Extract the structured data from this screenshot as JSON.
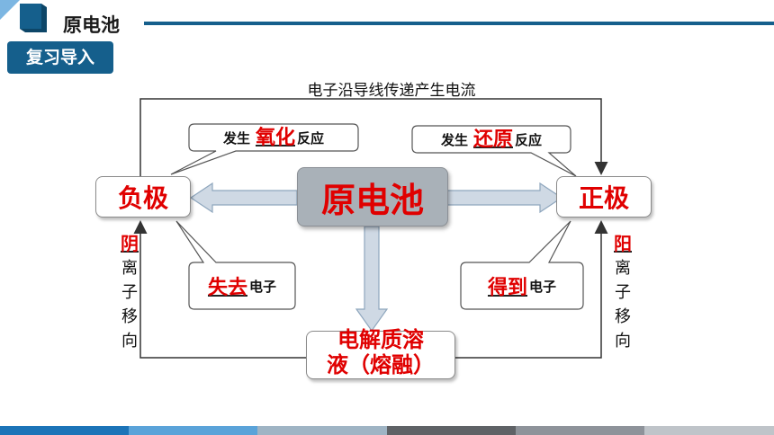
{
  "header": {
    "title": "原电池",
    "subtitle": "复习导入"
  },
  "diagram": {
    "top_caption": "电子沿导线传递产生电流",
    "center": "原电池",
    "negative": "负极",
    "positive": "正极",
    "electrolyte_line1": "电解质溶",
    "electrolyte_line2": "液（熔融）",
    "left_upper": {
      "prefix": "发生",
      "key": "氧化",
      "suffix": "反应"
    },
    "right_upper": {
      "prefix": "发生",
      "key": "还原",
      "suffix": "反应"
    },
    "left_lower": {
      "key": "失去",
      "suffix": "电子"
    },
    "right_lower": {
      "key": "得到",
      "suffix": "电子"
    },
    "anion_label": {
      "key": "阴",
      "chars": [
        "离",
        "子",
        "移",
        "向"
      ]
    },
    "cation_label": {
      "key": "阳",
      "chars": [
        "离",
        "子",
        "移",
        "向"
      ]
    }
  },
  "colors": {
    "accent": "#155f8c",
    "key_red": "#e00000",
    "center_fill": "#a9b1b8",
    "footer": [
      "#1c74b8",
      "#5aa3d9",
      "#9fb4c4",
      "#5f6266",
      "#8e939a",
      "#bfc4c9"
    ]
  }
}
